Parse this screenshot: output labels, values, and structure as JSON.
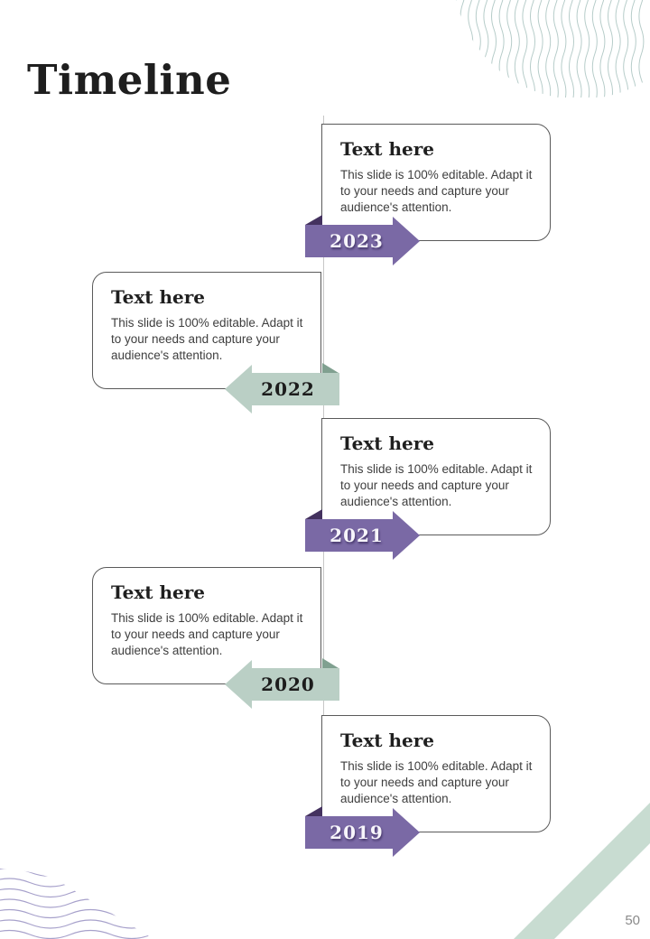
{
  "slide": {
    "title": "Timeline",
    "page_number": "50"
  },
  "colors": {
    "purple": "#7a69a5",
    "purple-dark": "#44325f",
    "green": "#bacfc5",
    "green-dark": "#80a090",
    "card-border": "#5a5a5a",
    "line": "#c7c7c7",
    "title-text": "#1e1e1e",
    "deco-teal": "#b6ccc9",
    "deco-lavender": "#a7a1cb",
    "stripe-green": "#c8dcd1"
  },
  "timeline": {
    "items": [
      {
        "year": "2023",
        "title": "Text here",
        "description": "This slide is 100% editable. Adapt it to your needs and capture your audience's attention."
      },
      {
        "year": "2022",
        "title": "Text here",
        "description": "This slide is 100% editable. Adapt it to your needs and capture your audience's attention."
      },
      {
        "year": "2021",
        "title": "Text here",
        "description": "This slide is 100% editable. Adapt it to your needs and capture your audience's attention."
      },
      {
        "year": "2020",
        "title": "Text here",
        "description": "This slide is 100% editable. Adapt it to your needs and capture your audience's attention."
      },
      {
        "year": "2019",
        "title": "Text here",
        "description": "This slide is 100% editable. Adapt it to your needs and capture your audience's attention."
      }
    ]
  }
}
